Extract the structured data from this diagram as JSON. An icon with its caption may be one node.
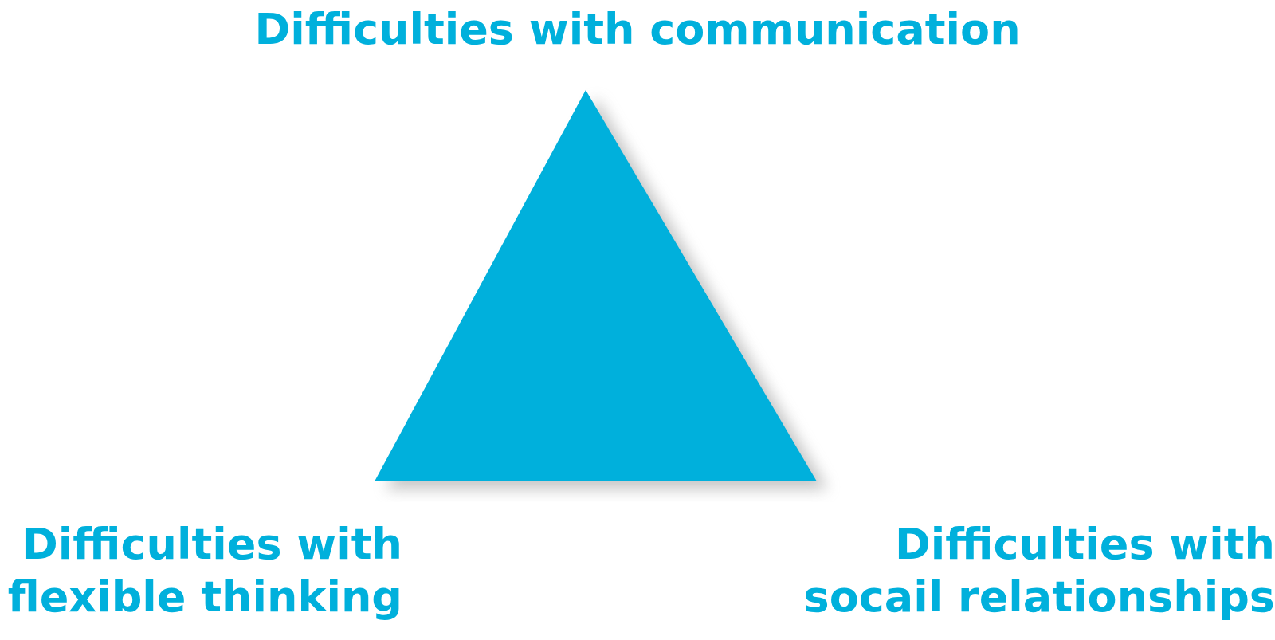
{
  "diagram": {
    "nodes": [
      {
        "text": [],
        "shape": "triangle"
      }
    ],
    "labels": [
      "Difficulties with communication",
      "Difficulties with flexible thinking",
      "Difficulties with socail relationships"
    ]
  }
}
